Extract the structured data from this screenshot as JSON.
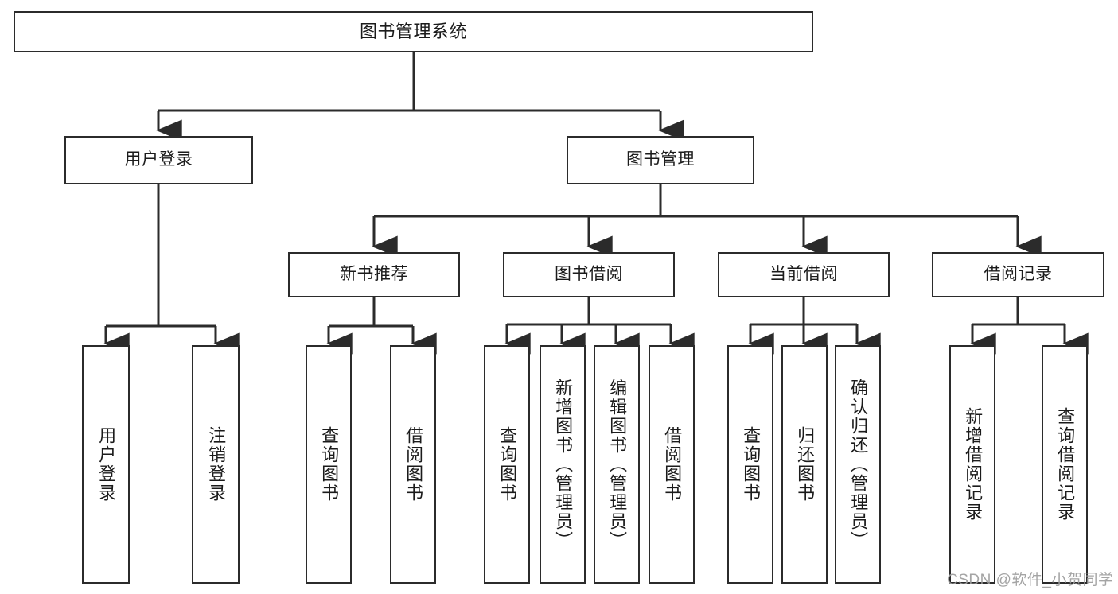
{
  "diagram": {
    "type": "tree-hierarchy",
    "title": "图书管理系统",
    "orientation": "top-down",
    "stroke_color": "#2b2b2b",
    "fill_color": "#ffffff",
    "text_color": "#1b1b1b"
  },
  "nodes": {
    "root": {
      "label": "图书管理系统",
      "level": 1
    },
    "level2": [
      {
        "id": "user-login",
        "label": "用户登录"
      },
      {
        "id": "book-management",
        "label": "图书管理"
      }
    ],
    "level3": [
      {
        "id": "new-book-recommend",
        "label": "新书推荐"
      },
      {
        "id": "book-borrow",
        "label": "图书借阅"
      },
      {
        "id": "current-borrow",
        "label": "当前借阅"
      },
      {
        "id": "borrow-record",
        "label": "借阅记录"
      }
    ],
    "level4": {
      "user-login": [
        {
          "id": "user-login-leaf",
          "label": "用户登录"
        },
        {
          "id": "logout-leaf",
          "label": "注销登录"
        }
      ],
      "new-book-recommend": [
        {
          "id": "query-book-1",
          "label": "查询图书"
        },
        {
          "id": "borrow-book-1",
          "label": "借阅图书"
        }
      ],
      "book-borrow": [
        {
          "id": "query-book-2",
          "label": "查询图书"
        },
        {
          "id": "add-book",
          "label": "新增图书（管理员）"
        },
        {
          "id": "edit-book",
          "label": "编辑图书（管理员）"
        },
        {
          "id": "borrow-book-2",
          "label": "借阅图书"
        }
      ],
      "current-borrow": [
        {
          "id": "query-book-3",
          "label": "查询图书"
        },
        {
          "id": "return-book",
          "label": "归还图书"
        },
        {
          "id": "confirm-return",
          "label": "确认归还（管理员）"
        }
      ],
      "borrow-record": [
        {
          "id": "add-borrow-record",
          "label": "新增借阅记录"
        },
        {
          "id": "query-borrow-record",
          "label": "查询借阅记录"
        }
      ]
    }
  },
  "watermark": {
    "text": "CSDN @软件_小贺同学"
  }
}
